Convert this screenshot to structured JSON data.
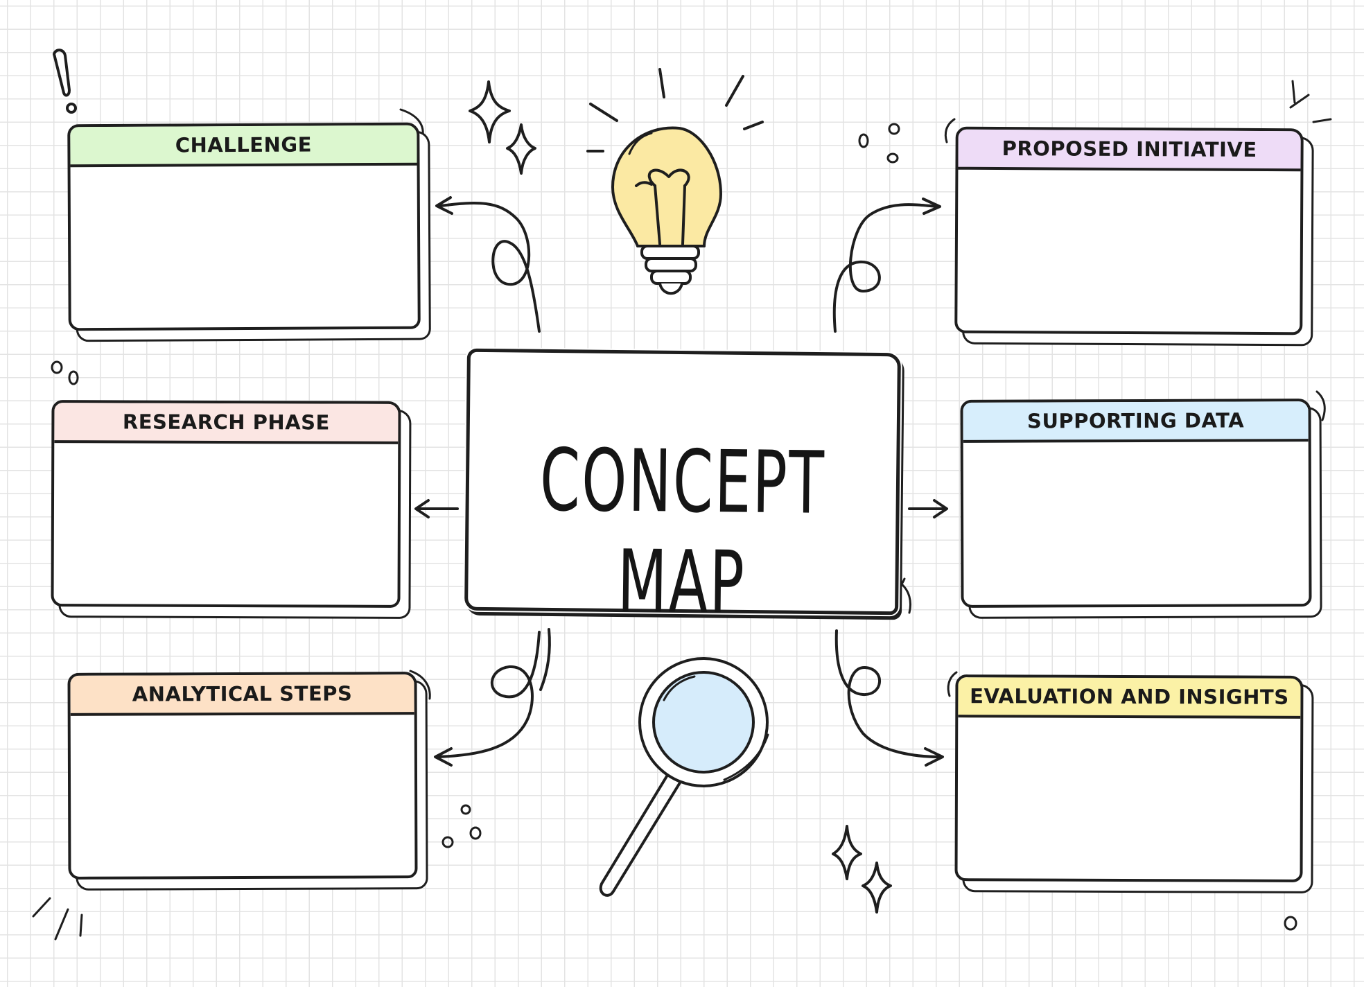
{
  "title": "CONCEPT MAP",
  "nodes": [
    {
      "id": "challenge",
      "label": "CHALLENGE",
      "color": "#dcf7cf"
    },
    {
      "id": "research",
      "label": "RESEARCH PHASE",
      "color": "#fbe6e3"
    },
    {
      "id": "analytical",
      "label": "ANALYTICAL STEPS",
      "color": "#fde1c6"
    },
    {
      "id": "proposed",
      "label": "PROPOSED INITIATIVE",
      "color": "#eedcf7"
    },
    {
      "id": "supporting",
      "label": "SUPPORTING DATA",
      "color": "#d7eefc"
    },
    {
      "id": "evaluation",
      "label": "EVALUATION AND INSIGHTS",
      "color": "#fbf1a6"
    }
  ],
  "colors": {
    "ink": "#1e1e1e",
    "bulb": "#fbe9a3",
    "lens": "#d6ecfb"
  },
  "icons": [
    "lightbulb-icon",
    "magnifying-glass-icon",
    "sparkle-icon",
    "exclamation-icon"
  ]
}
